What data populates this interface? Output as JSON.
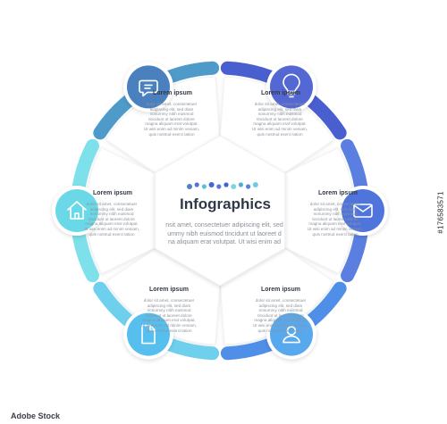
{
  "center": {
    "title": "Infographics",
    "body_lines": [
      "nsit amet, consectetuer adipiscing elit, sed",
      "ummy nibh euismod tincidunt ut laoreet d",
      "na aliquam erat volutpat. Ut wisi enim ad"
    ],
    "dot_colors": [
      "#4f84c4",
      "#5572d4",
      "#5ac2da",
      "#4567d0",
      "#5877dc",
      "#3f63cf",
      "#7bd6e6",
      "#4fb0d7",
      "#5b7fe0",
      "#6fcde3"
    ]
  },
  "segments": [
    {
      "id": "top-left",
      "title": "Lorem ipsum",
      "icon": "chat-bubble-icon",
      "color": "#4e9bc9",
      "color2": "#4b80bf",
      "body_lines": [
        "dolor sit amet, consectetuer",
        "adipiscing elit, sed diam",
        "nonummy nibh euismod",
        "tincidunt ut laoreet dolore",
        "magna aliquam erat volutpat.",
        "Ut wisi enim ad minim veniam,",
        "quis nostrud exerci tation"
      ]
    },
    {
      "id": "top-right",
      "title": "Lorem ipsum",
      "icon": "lightbulb-icon",
      "color": "#4a5fcf",
      "color2": "#5468d4",
      "body_lines": [
        "dolor sit amet, consectetuer",
        "adipiscing elit, sed diam",
        "nonummy nibh euismod",
        "tincidunt ut laoreet dolore",
        "magna aliquam erat volutpat.",
        "Ut wisi enim ad minim veniam,",
        "quis nostrud exerci tation"
      ]
    },
    {
      "id": "right",
      "title": "Lorem ipsum",
      "icon": "envelope-icon",
      "color": "#5a7fe0",
      "color2": "#4f74dc",
      "body_lines": [
        "dolor sit amet, consectetuer",
        "adipiscing elit, sed diam",
        "nonummy nibh euismod",
        "tincidunt ut laoreet dolore",
        "magna aliquam erat volutpat.",
        "Ut wisi enim ad minim veniam,",
        "quis nostrud exerci tation"
      ]
    },
    {
      "id": "bottom-right",
      "title": "Lorem ipsum",
      "icon": "user-icon",
      "color": "#4f8fe8",
      "color2": "#58a8ee",
      "body_lines": [
        "dolor sit amet, consectetuer",
        "adipiscing elit, sed diam",
        "nonummy nibh euismod",
        "tincidunt ut laoreet dolore",
        "magna aliquam erat volutpat.",
        "Ut wisi enim ad minim veniam,",
        "quis nostrud exerci tation"
      ]
    },
    {
      "id": "bottom-left",
      "title": "Lorem ipsum",
      "icon": "document-icon",
      "color": "#6fd0ee",
      "color2": "#56bfee",
      "body_lines": [
        "dolor sit amet, consectetuer",
        "adipiscing elit, sed diam",
        "nonummy nibh euismod",
        "tincidunt ut laoreet dolore",
        "magna aliquam erat volutpat.",
        "Ut wisi enim ad minim veniam,",
        "quis nostrud exerci tation"
      ]
    },
    {
      "id": "left",
      "title": "Lorem ipsum",
      "icon": "home-icon",
      "color": "#7ee0ea",
      "color2": "#6ad8e6",
      "body_lines": [
        "dolor sit amet, consectetuer",
        "adipiscing elit, sed diam",
        "nonummy nibh euismod",
        "tincidunt ut laoreet dolore",
        "magna aliquam erat volutpat.",
        "Ut wisi enim ad minim veniam,",
        "quis nostrud exerci tation"
      ]
    }
  ],
  "stock_id": "#176583571",
  "watermark": "Adobe Stock"
}
